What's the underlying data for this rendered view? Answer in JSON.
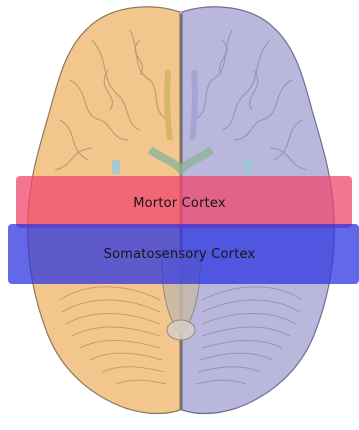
{
  "bands": [
    {
      "label": "Mortor Cortex",
      "color": "#f0476e"
    },
    {
      "label": "Somatosensory Cortex",
      "color": "#2e36e0"
    }
  ],
  "hemispheres": [
    {
      "side": "left",
      "color": "#f3c68d"
    },
    {
      "side": "right",
      "color": "#b9b8dc"
    }
  ]
}
